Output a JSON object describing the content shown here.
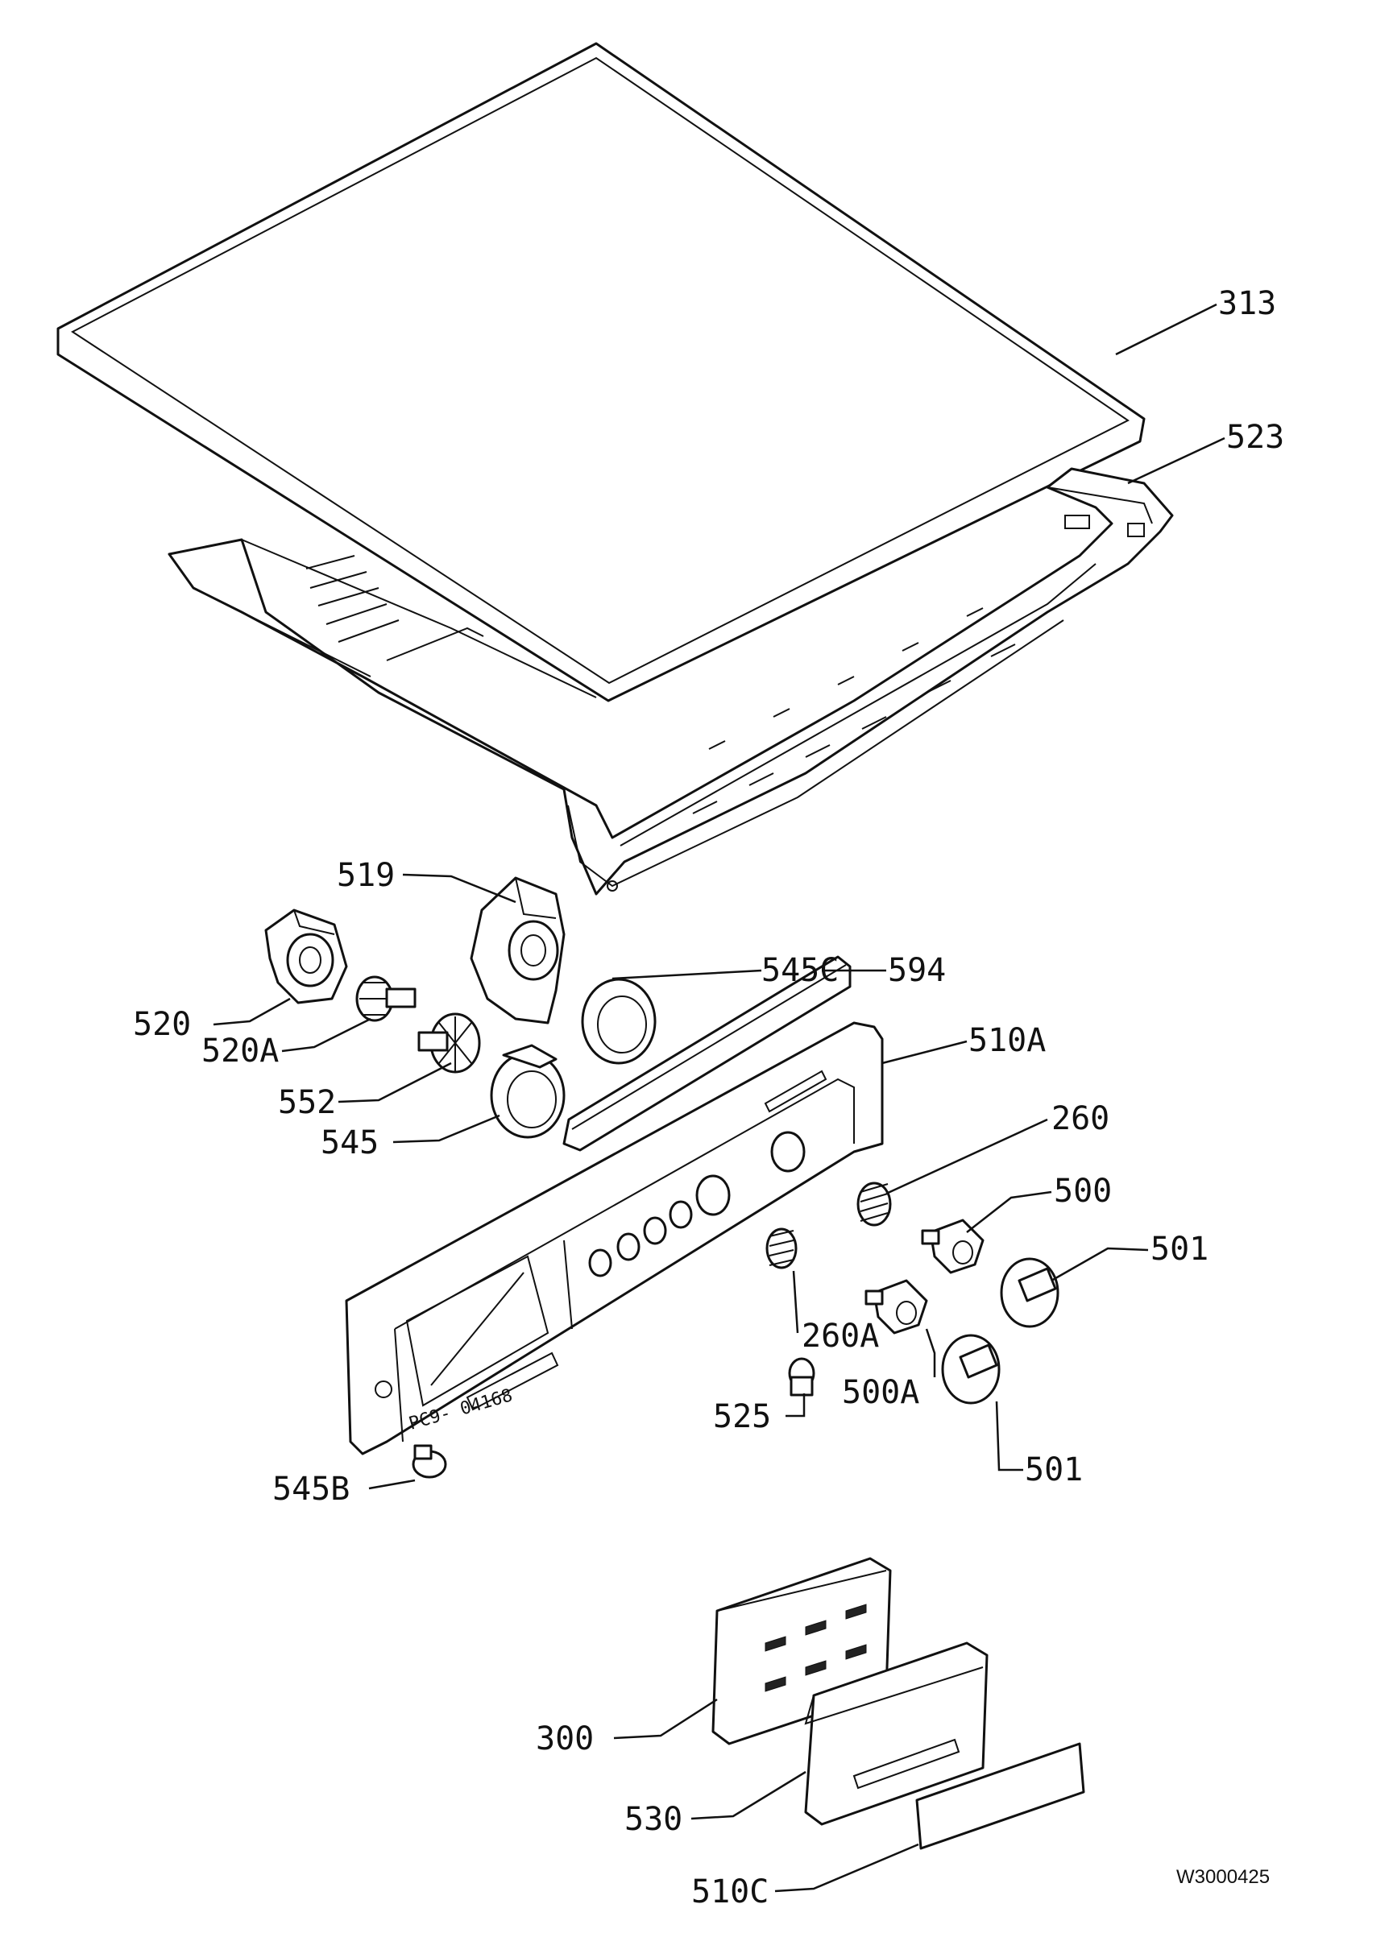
{
  "callouts": [
    "313",
    "523",
    "519",
    "520",
    "520A",
    "545C",
    "594",
    "510A",
    "552",
    "545",
    "260",
    "500",
    "501",
    "260A",
    "500A",
    "525",
    "501",
    "545B",
    "300",
    "530",
    "510C"
  ],
  "panel_stamp": "PC9- 04168",
  "drawing_code": "W3000425"
}
